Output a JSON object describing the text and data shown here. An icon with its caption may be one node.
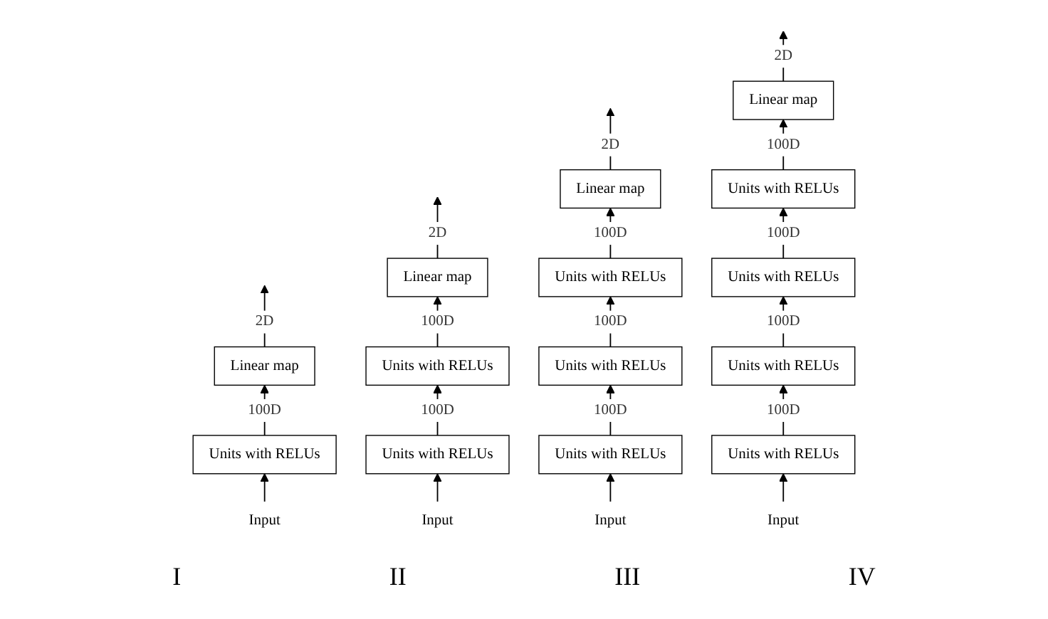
{
  "diagram": {
    "nodes": [
      {
        "text": [
          "Input"
        ]
      },
      {
        "text": [
          "Units with RELUs"
        ]
      },
      {
        "text": [
          "Linear map"
        ]
      },
      {
        "text": [
          "Input"
        ]
      },
      {
        "text": [
          "Units with RELUs"
        ]
      },
      {
        "text": [
          "Units with RELUs"
        ]
      },
      {
        "text": [
          "Linear map"
        ]
      },
      {
        "text": [
          "Input"
        ]
      },
      {
        "text": [
          "Units with RELUs"
        ]
      },
      {
        "text": [
          "Units with RELUs"
        ]
      },
      {
        "text": [
          "Units with RELUs"
        ]
      },
      {
        "text": [
          "Linear map"
        ]
      },
      {
        "text": [
          "Input"
        ]
      },
      {
        "text": [
          "Units with RELUs"
        ]
      },
      {
        "text": [
          "Units with RELUs"
        ]
      },
      {
        "text": [
          "Units with RELUs"
        ]
      },
      {
        "text": [
          "Units with RELUs"
        ]
      },
      {
        "text": [
          "Linear map"
        ]
      }
    ],
    "edges": [
      {
        "from": 0,
        "to": 1,
        "arrow": "to"
      },
      {
        "from": 1,
        "to": 2,
        "arrow": "to",
        "label": "100D"
      },
      {
        "from": 2,
        "to": null,
        "arrow": "to",
        "label": "2D"
      },
      {
        "from": 3,
        "to": 4,
        "arrow": "to"
      },
      {
        "from": 4,
        "to": 5,
        "arrow": "to",
        "label": "100D"
      },
      {
        "from": 5,
        "to": 6,
        "arrow": "to",
        "label": "100D"
      },
      {
        "from": 6,
        "to": null,
        "arrow": "to",
        "label": "2D"
      },
      {
        "from": 7,
        "to": 8,
        "arrow": "to"
      },
      {
        "from": 8,
        "to": 9,
        "arrow": "to",
        "label": "100D"
      },
      {
        "from": 9,
        "to": 10,
        "arrow": "to",
        "label": "100D"
      },
      {
        "from": 10,
        "to": 11,
        "arrow": "to",
        "label": "100D"
      },
      {
        "from": 11,
        "to": null,
        "arrow": "to",
        "label": "2D"
      },
      {
        "from": 12,
        "to": 13,
        "arrow": "to"
      },
      {
        "from": 13,
        "to": 14,
        "arrow": "to",
        "label": "100D"
      },
      {
        "from": 14,
        "to": 15,
        "arrow": "to",
        "label": "100D"
      },
      {
        "from": 15,
        "to": 16,
        "arrow": "to",
        "label": "100D"
      },
      {
        "from": 16,
        "to": 17,
        "arrow": "to",
        "label": "100D"
      },
      {
        "from": 17,
        "to": null,
        "arrow": "to",
        "label": "2D"
      }
    ],
    "labels": [
      "I",
      "II",
      "III",
      "IV"
    ]
  }
}
